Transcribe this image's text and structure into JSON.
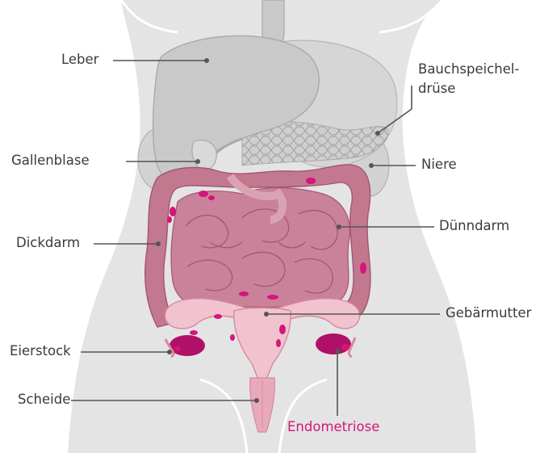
{
  "labels": {
    "leber": "Leber",
    "gallenblase": "Gallenblase",
    "dickdarm": "Dickdarm",
    "eierstock": "Eierstock",
    "scheide": "Scheide",
    "bauchspeicheldruese_line1": "Bauchspeichel-",
    "bauchspeicheldruese_line2": "drüse",
    "niere": "Niere",
    "duenndarm": "Dünndarm",
    "gebaermutter": "Gebärmutter",
    "endometriose": "Endometriose"
  },
  "colors": {
    "body": "#e4e4e4",
    "body_outline": "#ffffff",
    "organ_grey": "#c9c9c9",
    "organ_grey_dark": "#a9a9a9",
    "intestine": "#c2788f",
    "intestine_dark": "#a3566f",
    "intestine_light": "#d28aa0",
    "uterus": "#f1c3cf",
    "uterus_dark": "#d7899f",
    "lesion": "#d4157a",
    "lesion_dark": "#a10e5a",
    "leader_line": "#555555",
    "label_text": "#3a3a3a",
    "highlight_text": "#d4157a"
  }
}
